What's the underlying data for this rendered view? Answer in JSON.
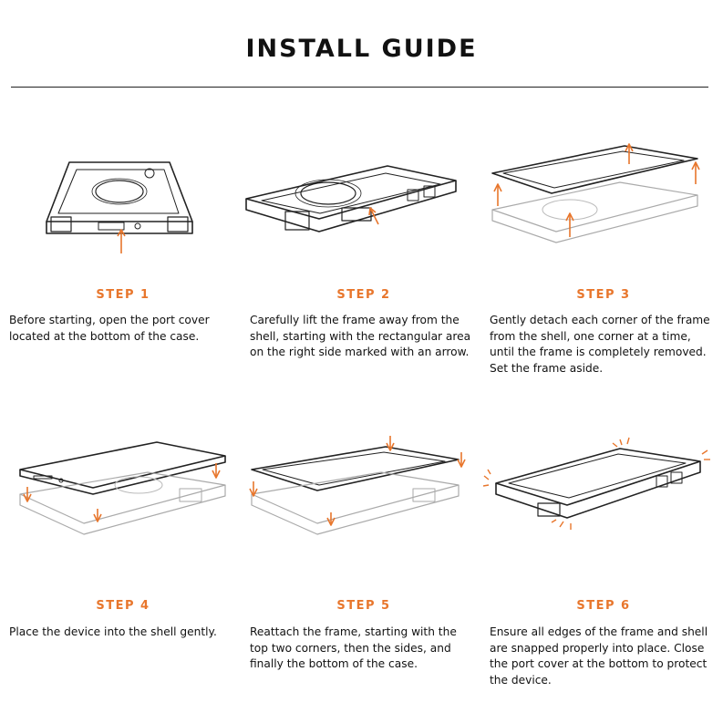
{
  "page": {
    "title": "INSTALL GUIDE"
  },
  "accent_color": "#E8762C",
  "steps": [
    {
      "label": "STEP 1",
      "description": "Before starting, open the port cover located at the bottom of the case.",
      "illustration": "phone-case-port-cover-icon"
    },
    {
      "label": "STEP 2",
      "description": "Carefully lift the frame away from the shell, starting with the rectangular area on the right side marked with an arrow.",
      "illustration": "lift-frame-icon"
    },
    {
      "label": "STEP 3",
      "description": "Gently detach each corner of the frame from the shell, one corner at a time, until the frame is completely removed. Set the frame aside.",
      "illustration": "detach-frame-icon"
    },
    {
      "label": "STEP 4",
      "description": "Place the device into the shell gently.",
      "illustration": "insert-device-icon"
    },
    {
      "label": "STEP 5",
      "description": "Reattach the frame, starting with the top two corners, then the sides, and finally the bottom of the case.",
      "illustration": "reattach-frame-icon"
    },
    {
      "label": "STEP 6",
      "description": "Ensure all edges of the frame and shell are snapped properly into place. Close the port cover at the bottom to protect the device.",
      "illustration": "snap-frame-icon"
    }
  ]
}
